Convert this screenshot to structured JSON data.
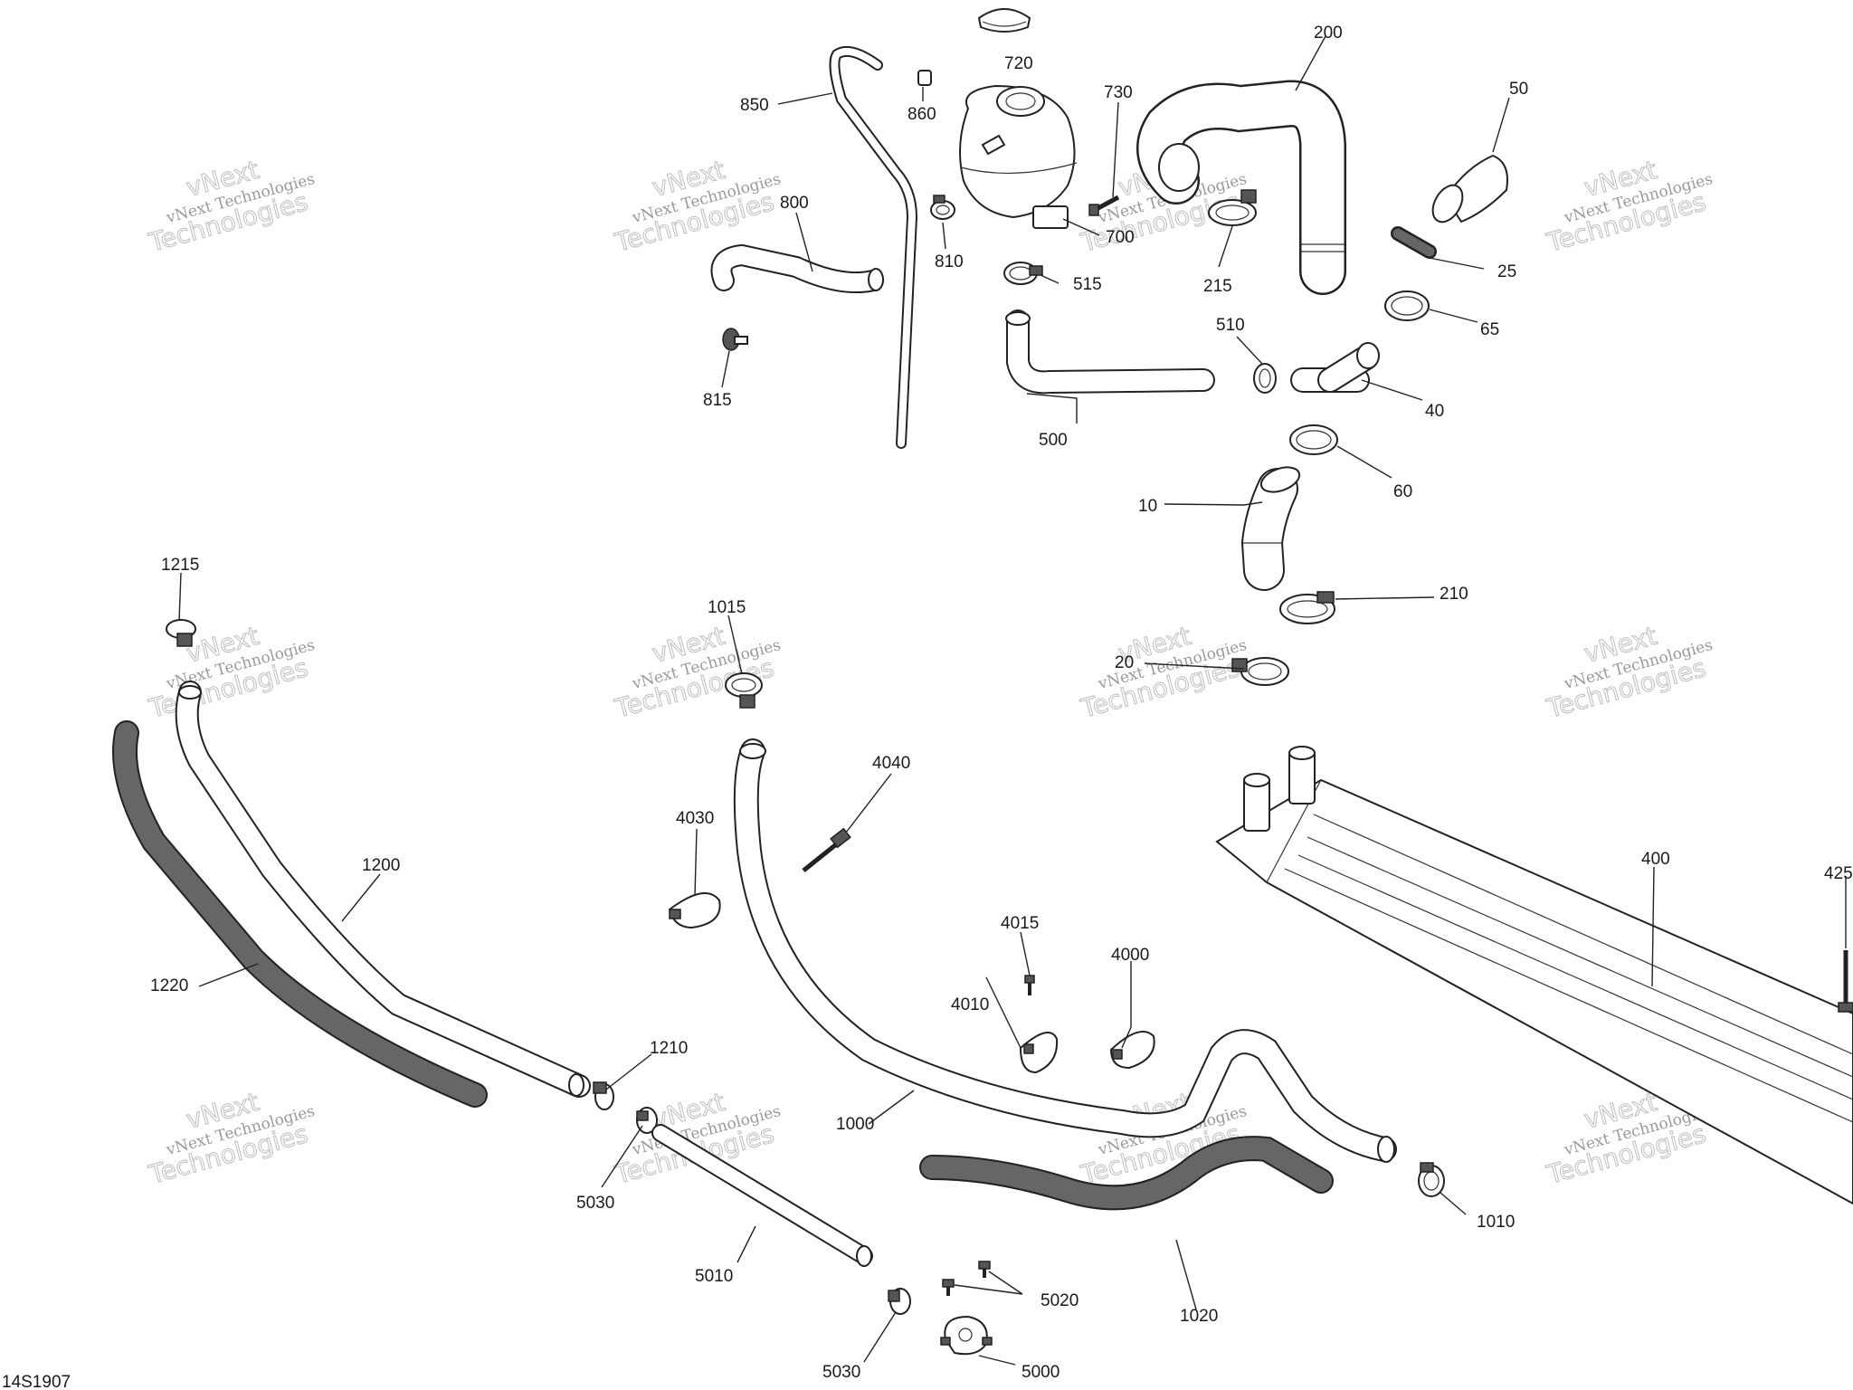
{
  "diagram_code": "14S1907",
  "watermark": {
    "line1": "vNext",
    "line2": "vNext Technologies",
    "line3": "Technologies"
  },
  "callouts": [
    "850",
    "860",
    "720",
    "730",
    "200",
    "50",
    "800",
    "810",
    "700",
    "215",
    "25",
    "515",
    "65",
    "510",
    "815",
    "40",
    "500",
    "60",
    "10",
    "210",
    "20",
    "1215",
    "1015",
    "4040",
    "4030",
    "400",
    "425",
    "1200",
    "4015",
    "4000",
    "1220",
    "4010",
    "1210",
    "1000",
    "5030",
    "1010",
    "5010",
    "5020",
    "1020",
    "5030",
    "5000"
  ]
}
